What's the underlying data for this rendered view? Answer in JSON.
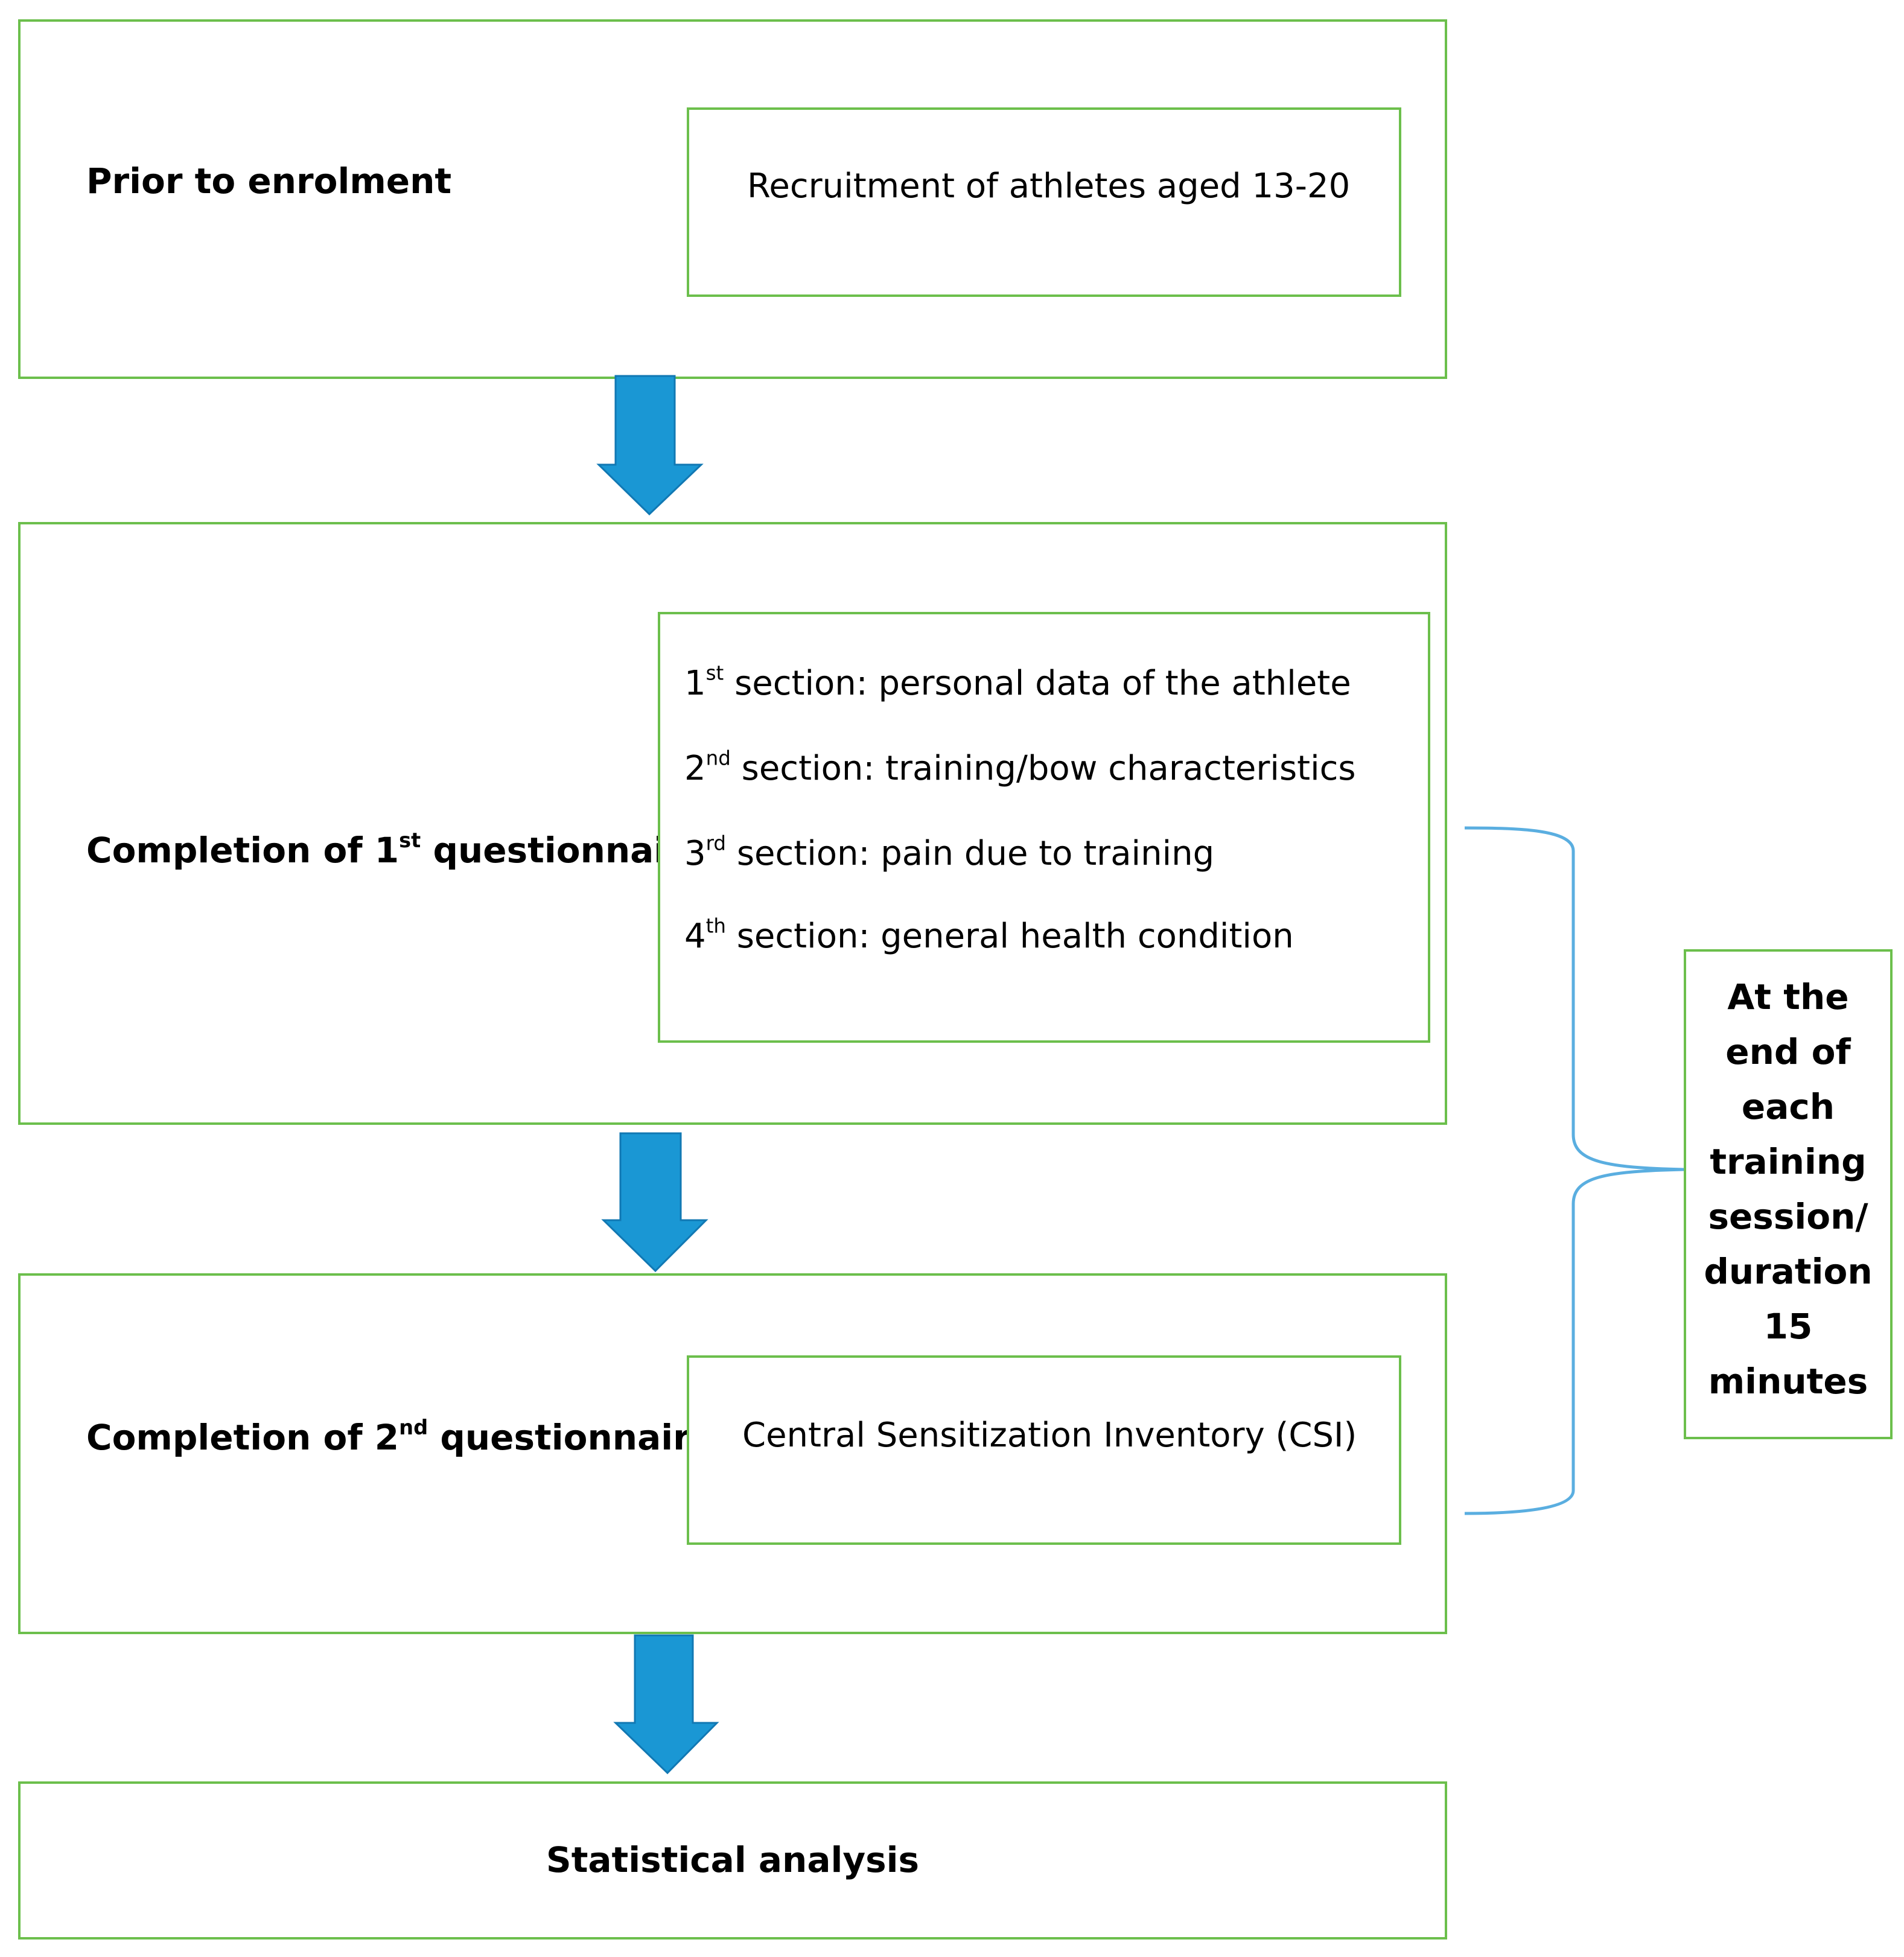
{
  "stage1": {
    "label": "Prior to enrolment",
    "detail": "Recruitment of athletes aged 13-20"
  },
  "stage2": {
    "label_prefix": "Completion of 1",
    "label_sup": "st",
    "label_suffix": " questionnaire",
    "sections": [
      {
        "num": "1",
        "sup": "st",
        "text": " section: personal data of the athlete"
      },
      {
        "num": "2",
        "sup": "nd",
        "text": " section: training/bow characteristics"
      },
      {
        "num": "3",
        "sup": "rd",
        "text": " section: pain due to training"
      },
      {
        "num": "4",
        "sup": "th",
        "text": " section: general health condition"
      }
    ]
  },
  "stage3": {
    "label_prefix": "Completion of 2",
    "label_sup": "nd",
    "label_suffix": " questionnaire",
    "detail": "Central Sensitization Inventory (CSI)"
  },
  "stage4": {
    "label": "Statistical analysis"
  },
  "side_note": {
    "lines": [
      "At the",
      "end of",
      "each",
      "training",
      "session/",
      "duration",
      "15",
      "minutes"
    ]
  },
  "colors": {
    "box_border": "#6cbf4c",
    "arrow": "#1a97d4",
    "brace": "#5aaee0"
  }
}
